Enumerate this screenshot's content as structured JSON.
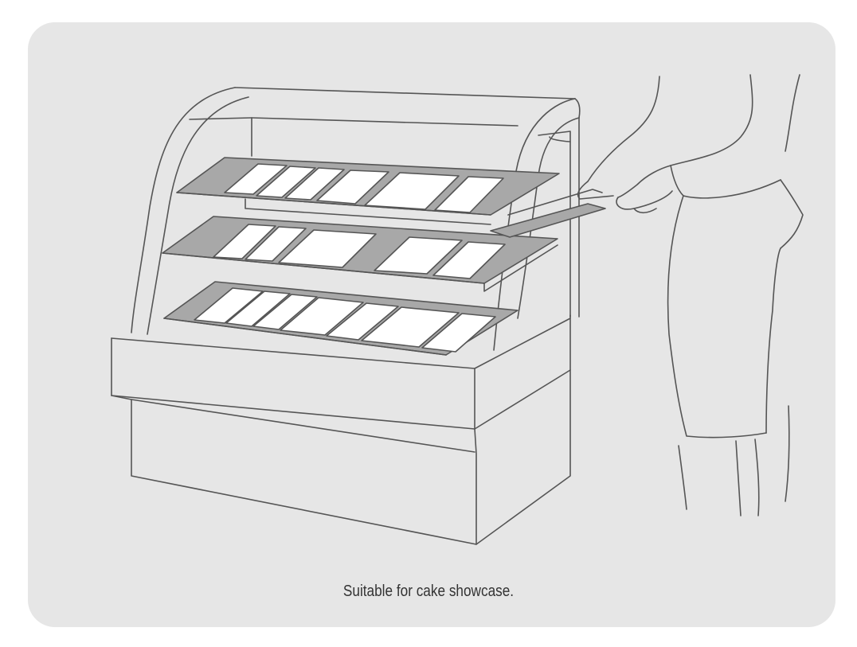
{
  "caption": "Suitable for cake showcase.",
  "colors": {
    "background": "#e6e6e6",
    "line": "#555555",
    "tray": "#a8a8a8",
    "card": "#ffffff"
  },
  "icons": [
    "cake-showcase-illustration",
    "person-illustration"
  ]
}
